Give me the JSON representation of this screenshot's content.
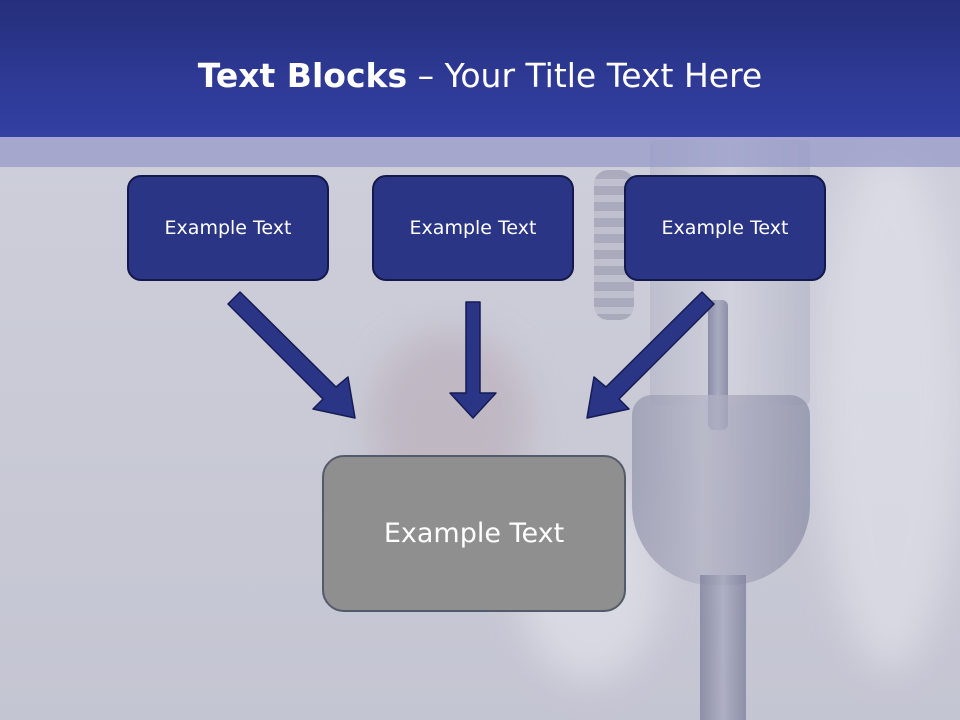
{
  "title": {
    "bold_part": "Text Blocks",
    "separator": " – ",
    "rest": "Your Title Text Here"
  },
  "blocks": [
    {
      "label": "Example Text"
    },
    {
      "label": "Example Text"
    },
    {
      "label": "Example Text"
    }
  ],
  "target": {
    "label": "Example Text"
  },
  "colors": {
    "header": "#2d3993",
    "block_fill": "#2b3585",
    "block_border": "#14184a",
    "arrow": "#2b3585",
    "target_fill": "#8f8f8f"
  }
}
